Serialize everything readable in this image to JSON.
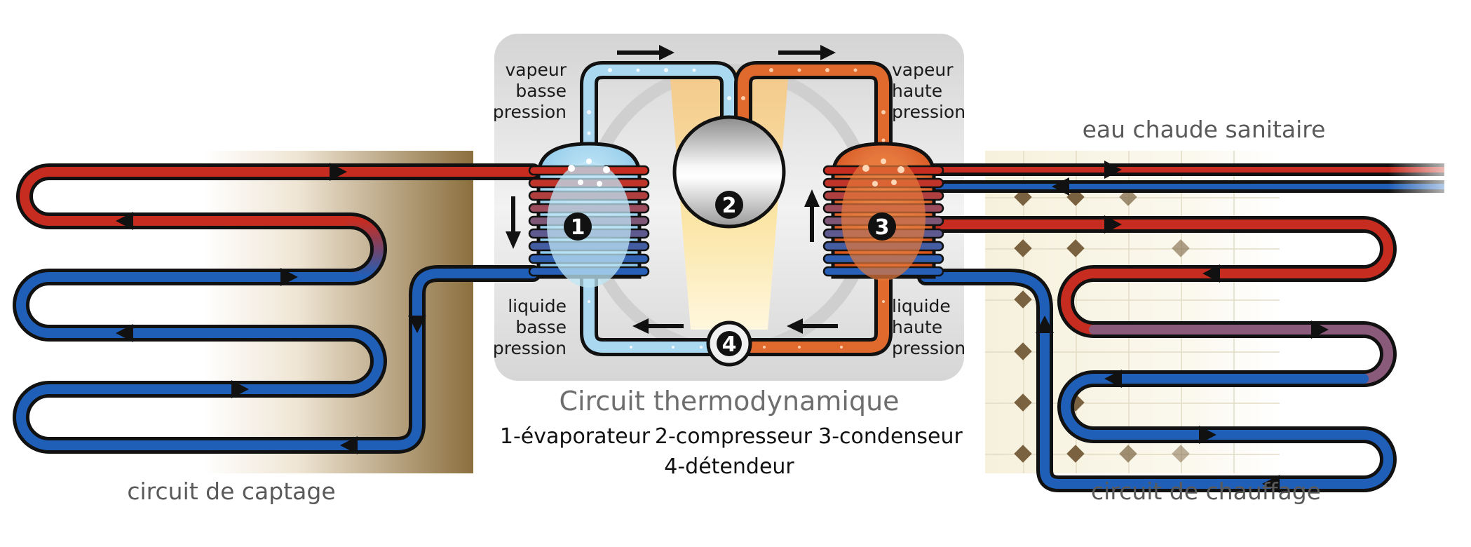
{
  "colors": {
    "hot": "#c62c20",
    "cold": "#1f5fb8",
    "tube_hot": "#e0692e",
    "tube_cold": "#a9d8f0",
    "soil": "#8b6f3e",
    "panel": "#e4e4e4"
  },
  "thermo": {
    "vapeur_basse": [
      "vapeur",
      "basse",
      "pression"
    ],
    "vapeur_haute": [
      "vapeur",
      "haute",
      "pression"
    ],
    "liquide_basse": [
      "liquide",
      "basse",
      "pression"
    ],
    "liquide_haute": [
      "liquide",
      "haute",
      "pression"
    ],
    "numbers": [
      "1",
      "2",
      "3",
      "4"
    ]
  },
  "labels": {
    "eau_chaude": "eau chaude sanitaire",
    "captage": "circuit de captage",
    "chauffage": "circuit de chauffage",
    "title": "Circuit thermodynamique",
    "legend1": "1-évaporateur",
    "legend2": "2-compresseur",
    "legend3": "3-condenseur",
    "legend4": "4-détendeur"
  }
}
